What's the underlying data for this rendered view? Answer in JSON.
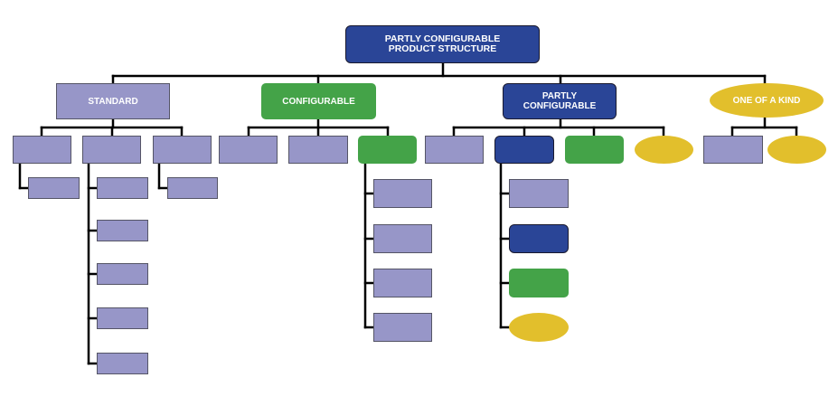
{
  "colors": {
    "standard": "#9796c8",
    "configurable": "#44a348",
    "partly_configurable": "#2a4597",
    "one_of_a_kind": "#e2bf2c",
    "connector": "#000000"
  },
  "root": {
    "label": "PARTLY CONFIGURABLE\nPRODUCT STRUCTURE",
    "type": "partly_configurable"
  },
  "branches": [
    {
      "label": "STANDARD",
      "type": "standard"
    },
    {
      "label": "CONFIGURABLE",
      "type": "configurable"
    },
    {
      "label": "PARTLY\nCONFIGURABLE",
      "type": "partly_configurable"
    },
    {
      "label": "ONE OF A KIND",
      "type": "one_of_a_kind"
    }
  ]
}
